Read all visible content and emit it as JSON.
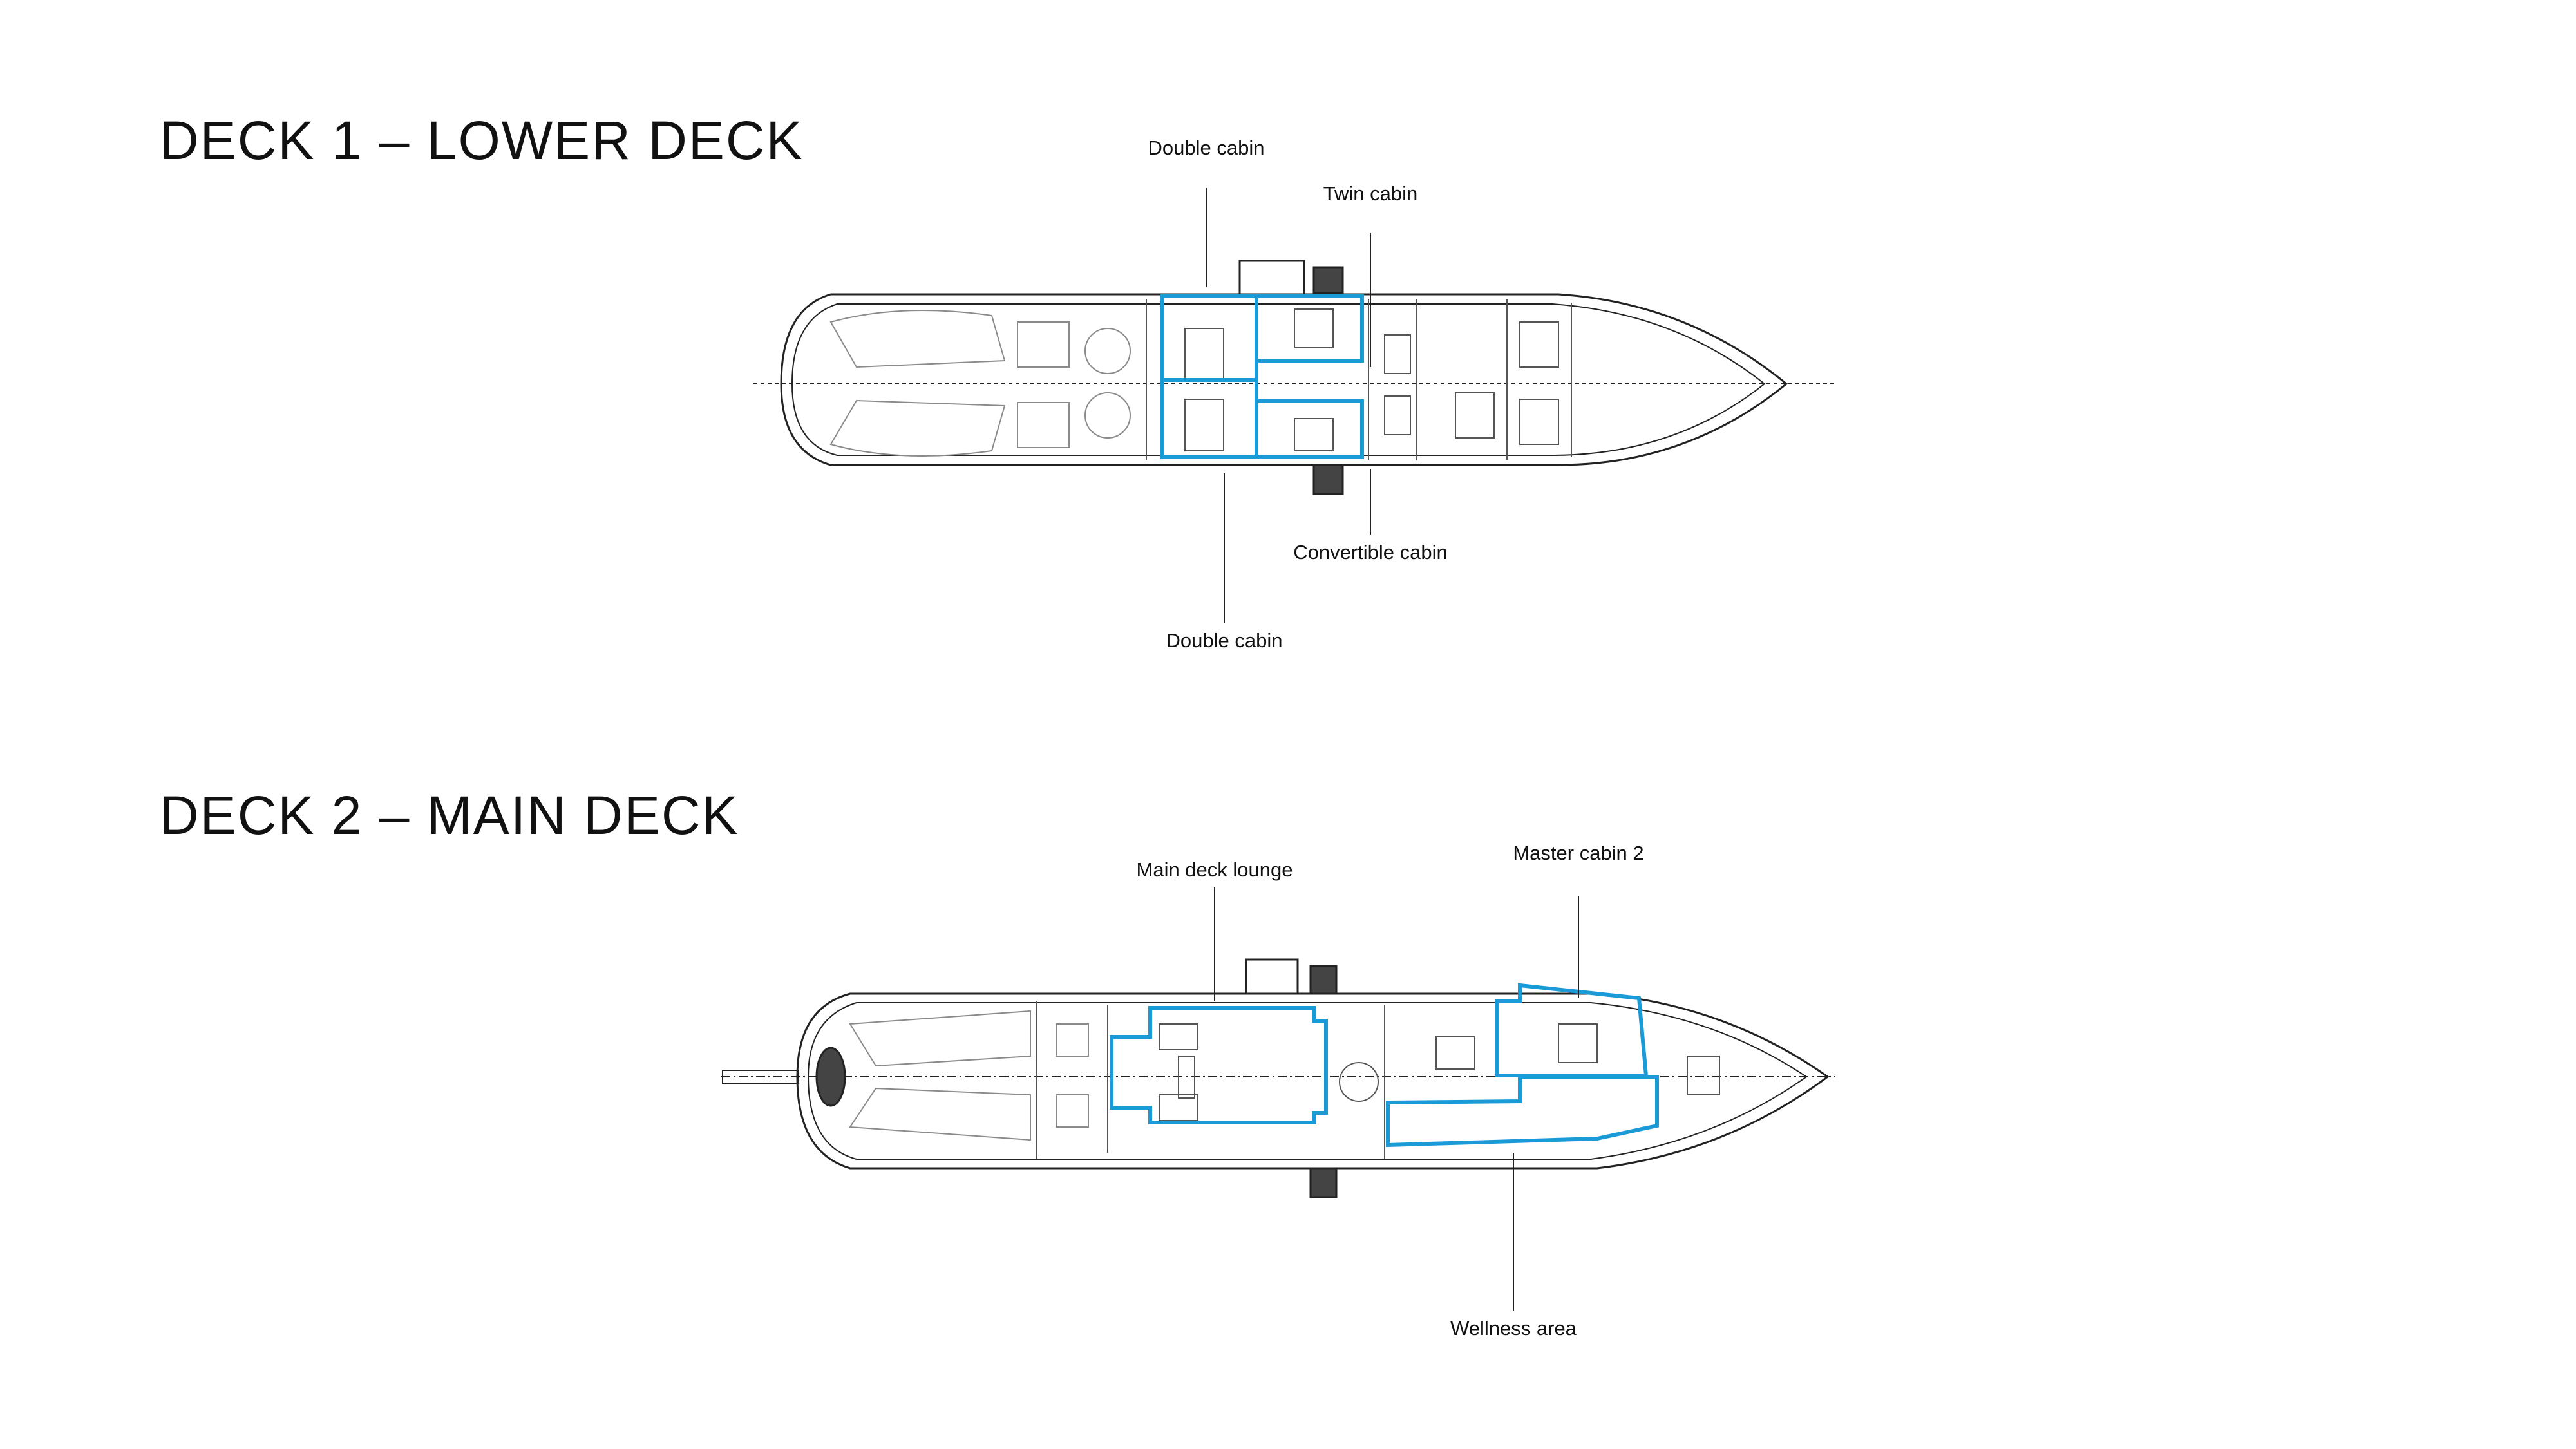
{
  "decks": [
    {
      "title": "DECK 1 – LOWER DECK",
      "labels": [
        "Double cabin",
        "Twin cabin",
        "Convertible cabin",
        "Double cabin"
      ]
    },
    {
      "title": "DECK 2 – MAIN DECK",
      "labels": [
        "Main deck lounge",
        "Master cabin 2",
        "Wellness area"
      ]
    }
  ],
  "colors": {
    "highlight": "#1a9ad6",
    "line": "#222222",
    "detail": "#8a8a8a"
  }
}
